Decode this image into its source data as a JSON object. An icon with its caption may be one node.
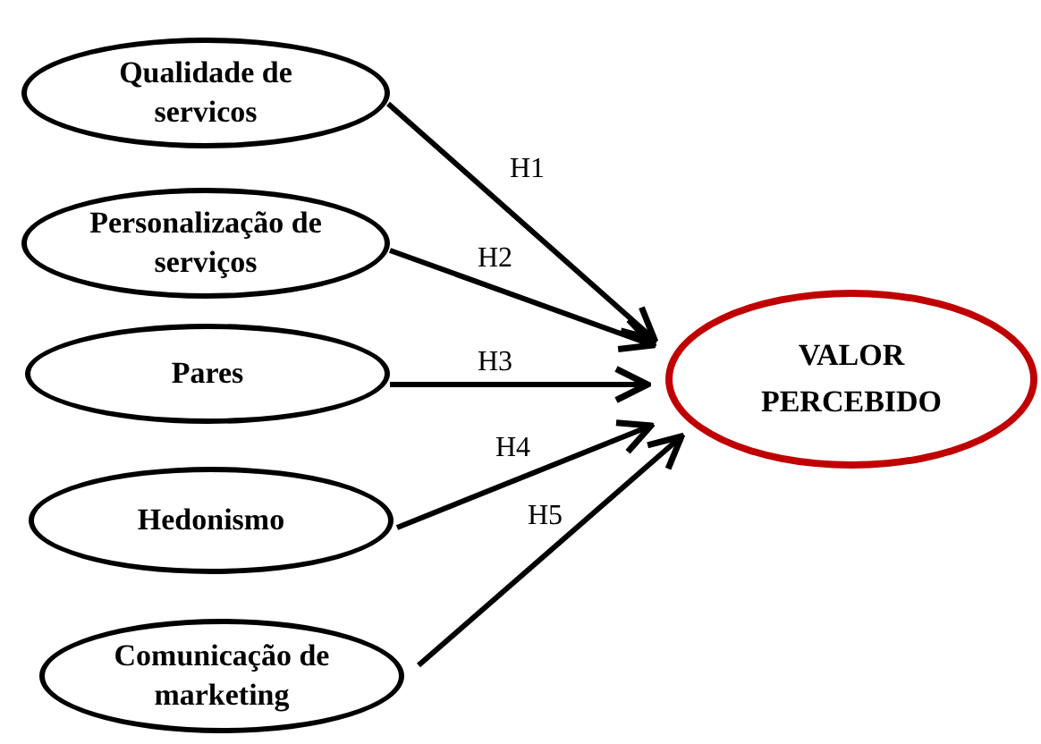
{
  "diagram": {
    "nodes": [
      {
        "text": [
          "Qualidade de servicos"
        ]
      },
      {
        "text": [
          "Personalização de serviços"
        ]
      },
      {
        "text": [
          "Pares"
        ]
      },
      {
        "text": [
          "Hedonismo"
        ]
      },
      {
        "text": [
          "Comunicação de marketing"
        ]
      },
      {
        "text": [
          "VALOR PERCEBIDO"
        ]
      }
    ],
    "edges": [
      {
        "from": 0,
        "to": 5,
        "label": "H1",
        "arrow": "to"
      },
      {
        "from": 1,
        "to": 5,
        "label": "H2",
        "arrow": "to"
      },
      {
        "from": 2,
        "to": 5,
        "label": "H3",
        "arrow": "to"
      },
      {
        "from": 3,
        "to": 5,
        "label": "H4",
        "arrow": "to"
      },
      {
        "from": 4,
        "to": 5,
        "label": "H5",
        "arrow": "to"
      }
    ]
  }
}
